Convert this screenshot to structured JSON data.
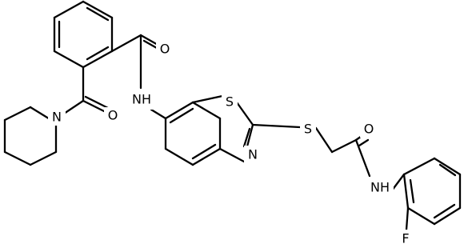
{
  "molecule": {
    "atom_labels": {
      "o_amide": "O",
      "nh_amide": "NH",
      "o_ketone": "O",
      "n_piperidine": "N",
      "s_thiazole": "S",
      "n_thiazole": "N",
      "s_thioether": "S",
      "o_acetamide": "O",
      "nh_anilide": "NH",
      "f": "F"
    }
  }
}
